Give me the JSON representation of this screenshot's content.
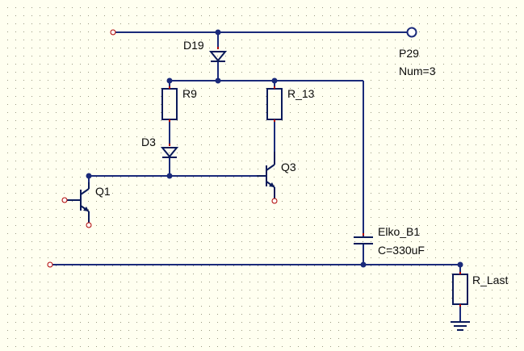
{
  "schematic": {
    "colors": {
      "background": "#fffff0",
      "grid": "#9a9a80",
      "wire": "#1a2a7a",
      "pin": "#b00000"
    },
    "components": {
      "D19": {
        "name": "D19"
      },
      "P29": {
        "name": "P29",
        "param": "Num=3"
      },
      "R9": {
        "name": "R9"
      },
      "R_13": {
        "name": "R_13"
      },
      "D3": {
        "name": "D3"
      },
      "Q1": {
        "name": "Q1"
      },
      "Q3": {
        "name": "Q3"
      },
      "Elko_B1": {
        "name": "Elko_B1",
        "param": "C=330uF"
      },
      "R_Last": {
        "name": "R_Last"
      }
    }
  }
}
